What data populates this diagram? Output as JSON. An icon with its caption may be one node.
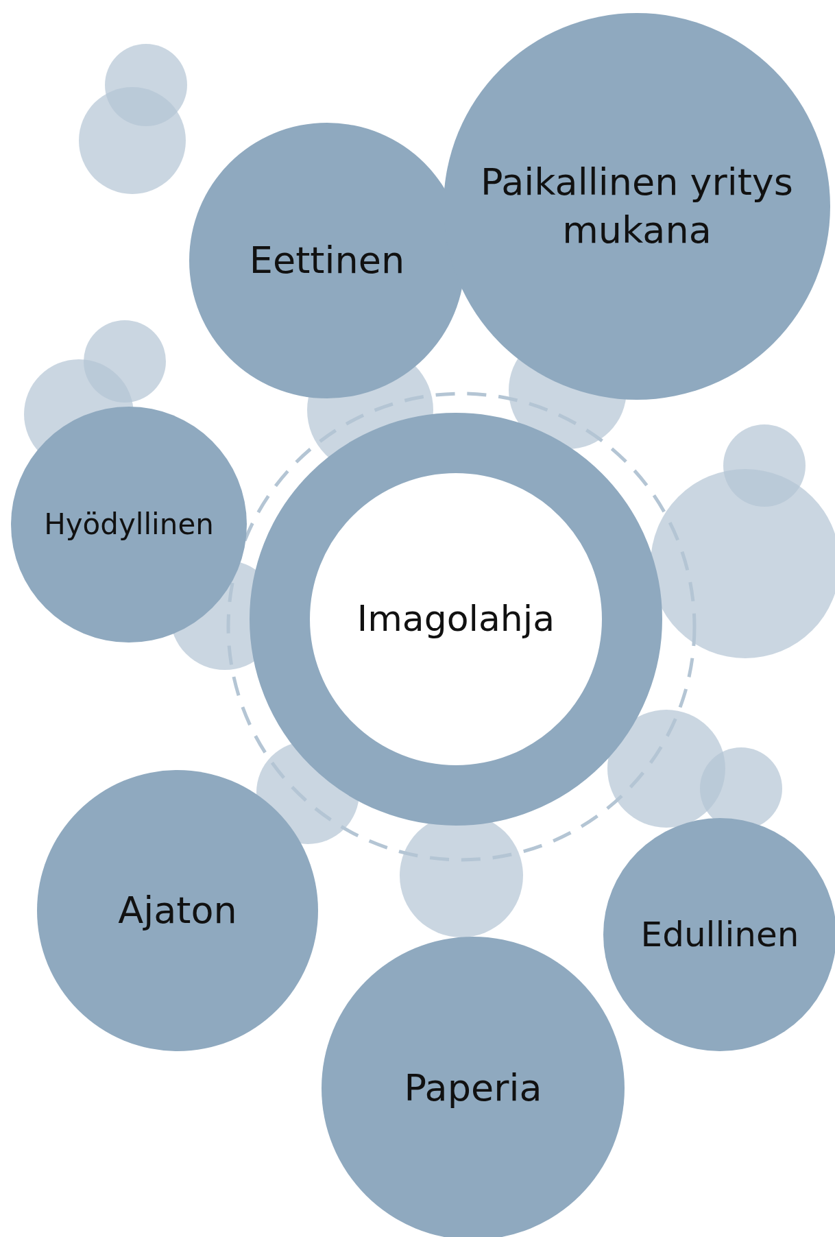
{
  "diagram": {
    "nodes": [
      {
        "text": [
          "Imagolahja"
        ]
      },
      {
        "text": [
          "Eettinen"
        ]
      },
      {
        "text": [
          "Paikallinen yritys mukana"
        ]
      },
      {
        "text": [
          "Hyödyllinen"
        ]
      },
      {
        "text": [
          "Ajaton"
        ]
      },
      {
        "text": [
          "Paperia"
        ]
      },
      {
        "text": [
          "Edullinen"
        ]
      }
    ],
    "edges": []
  }
}
